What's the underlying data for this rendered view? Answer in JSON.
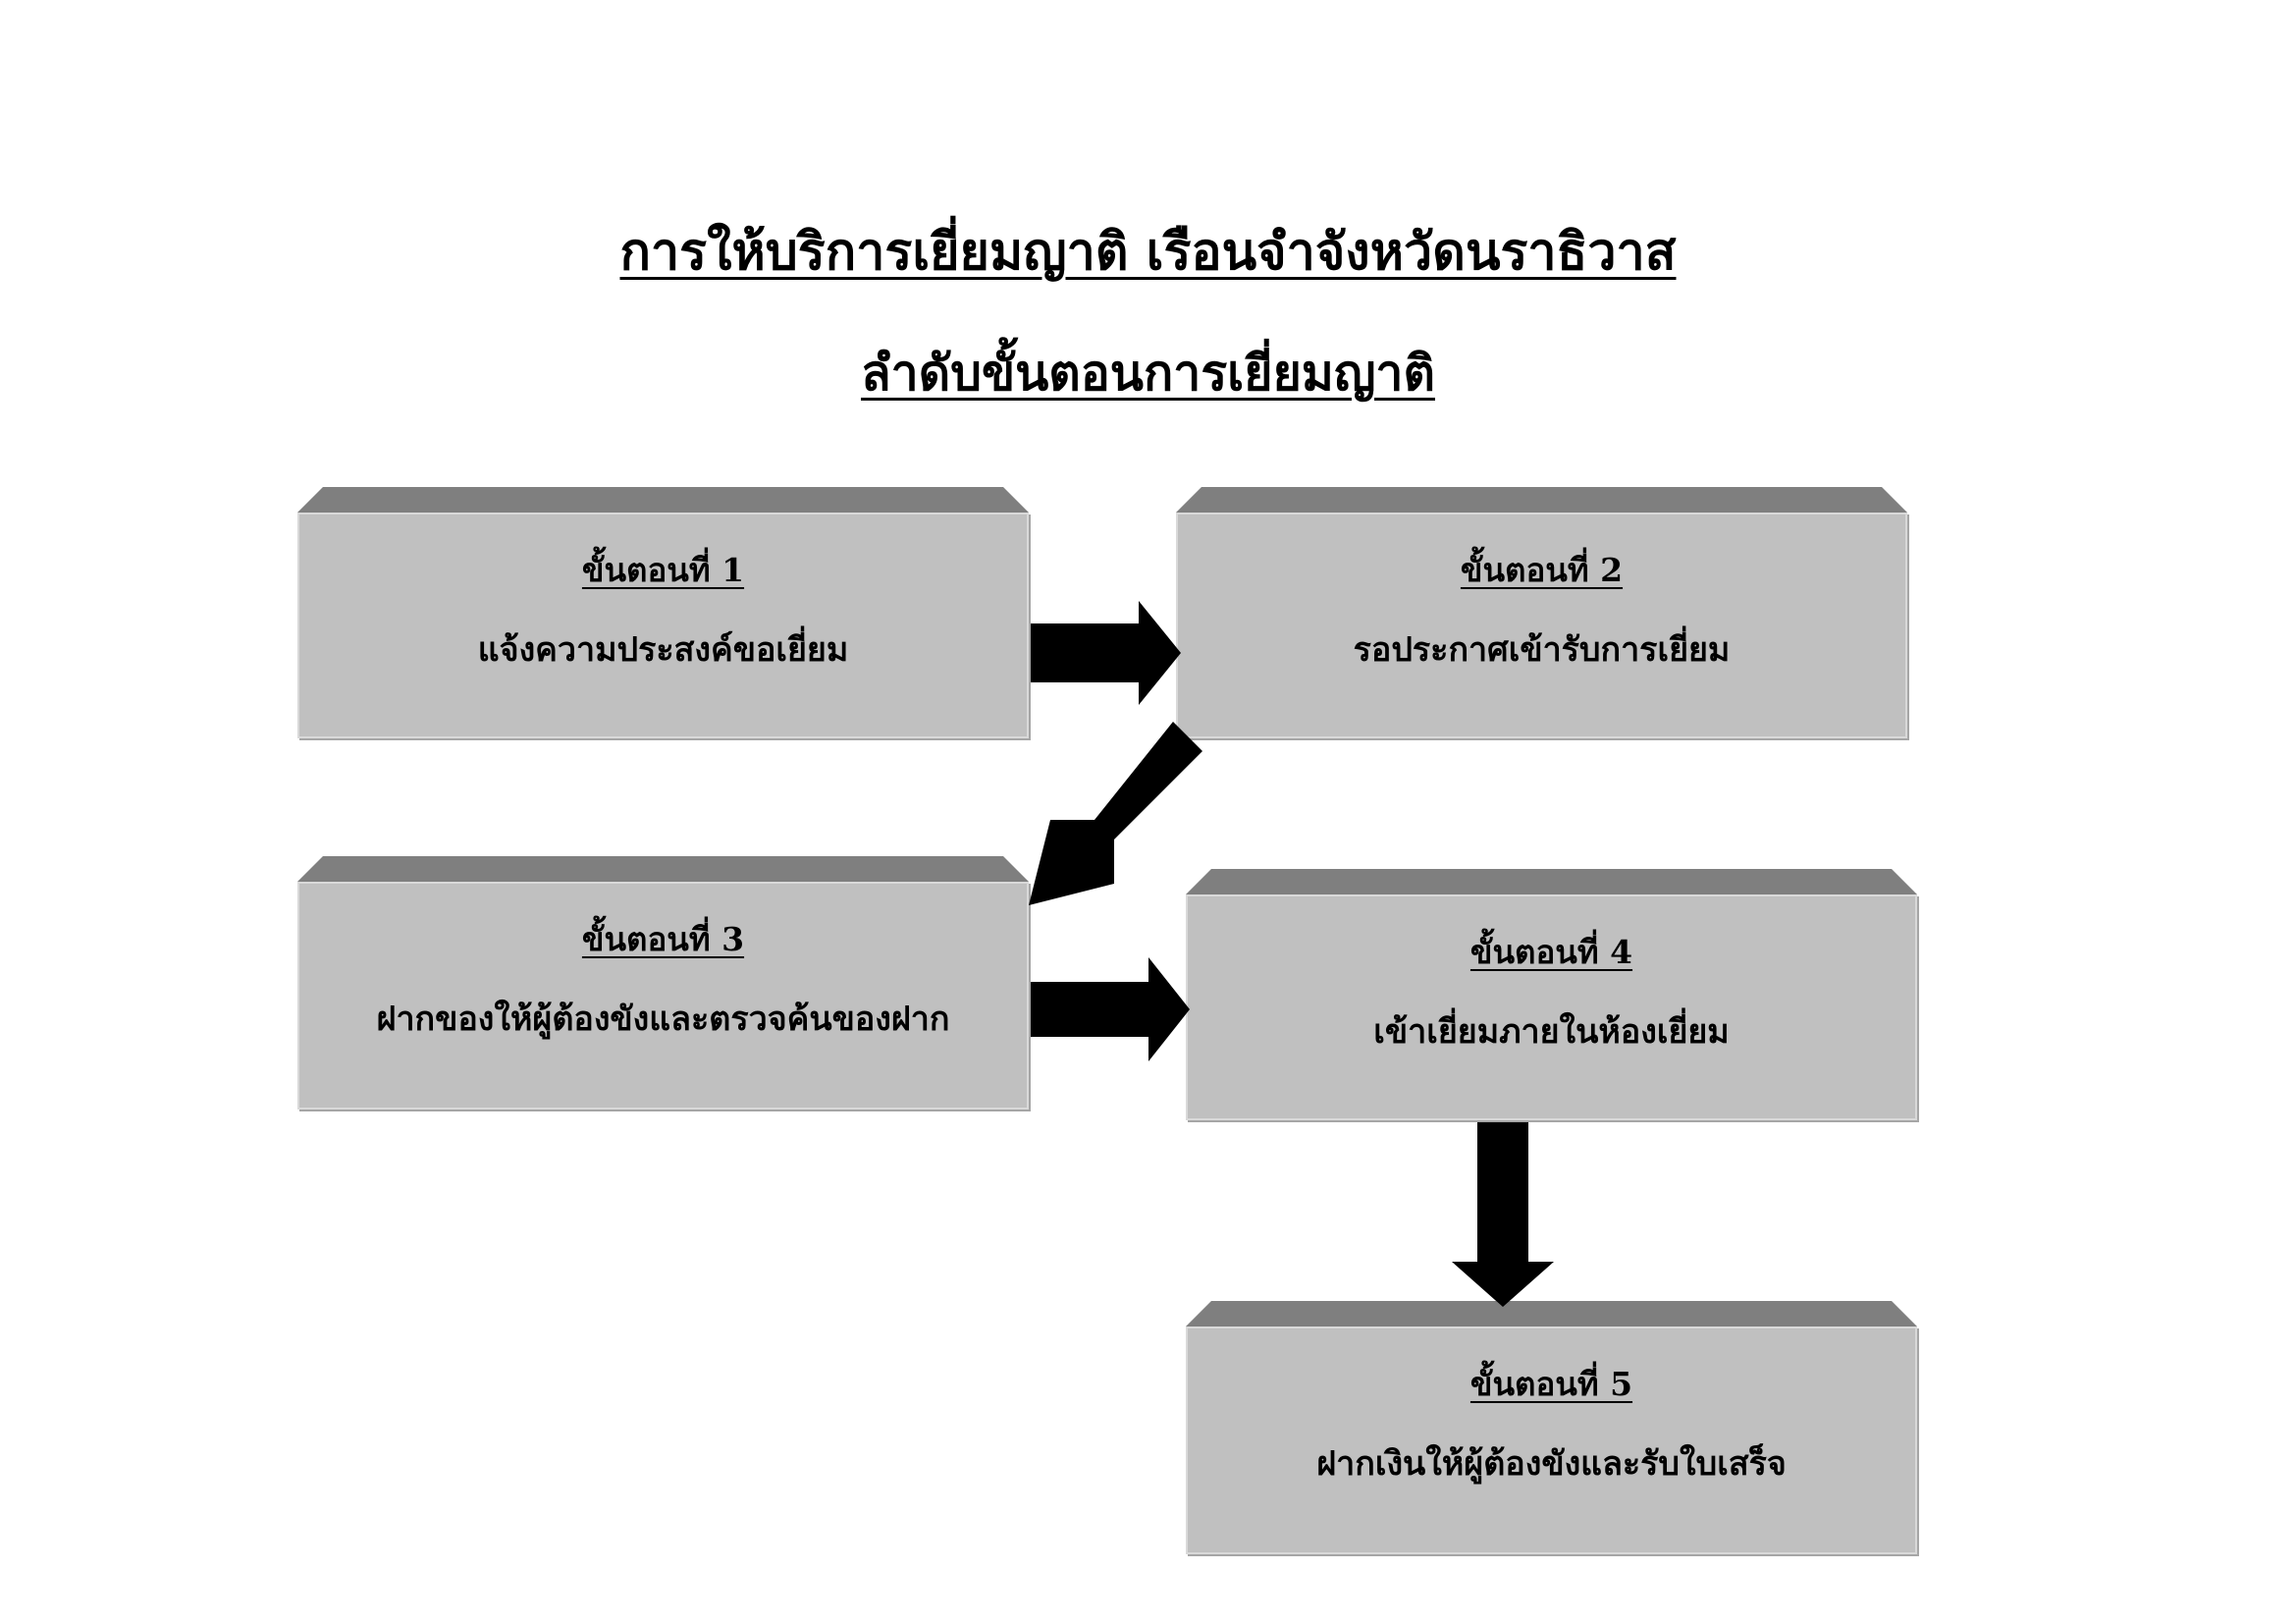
{
  "header": {
    "title": "การให้บริการเยี่ยมญาติ เรือนจำจังหวัดนราธิวาส",
    "subtitle": "ลำดับขั้นตอนการเยี่ยมญาติ"
  },
  "steps": [
    {
      "label": "ขั้นตอนที่ 1",
      "description": "แจ้งความประสงค์ขอเยี่ยม"
    },
    {
      "label": "ขั้นตอนที่ 2",
      "description": "รอประกาศเข้ารับการเยี่ยม"
    },
    {
      "label": "ขั้นตอนที่ 3",
      "description": "ฝากของให้ผู้ต้องขังและตรวจค้นของฝาก"
    },
    {
      "label": "ขั้นตอนที่ 4",
      "description": "เข้าเยี่ยมภายในห้องเยี่ยม"
    },
    {
      "label": "ขั้นตอนที่ 5",
      "description": "ฝากเงินให้ผู้ต้องขังและรับใบเสร็จ"
    }
  ],
  "colors": {
    "box_face": "#c0c0c0",
    "box_top": "#7f7f7f",
    "arrow": "#000000"
  }
}
